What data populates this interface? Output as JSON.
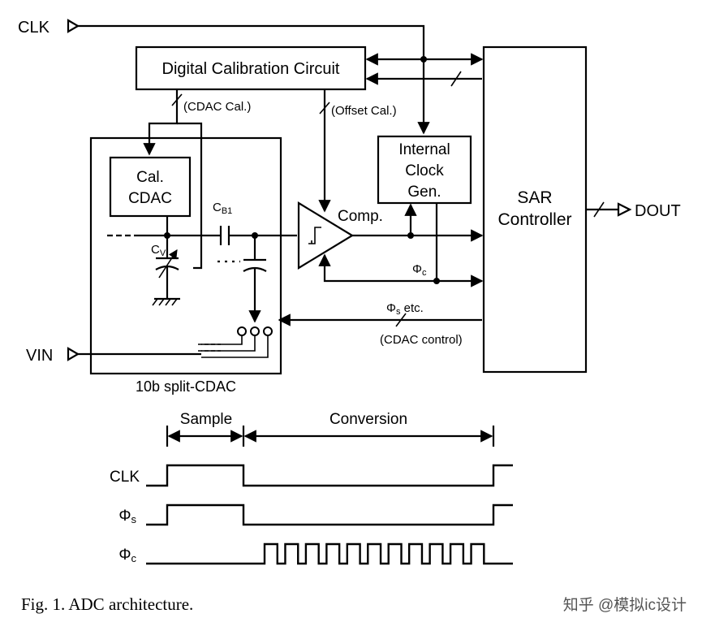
{
  "labels": {
    "clk_in": "CLK",
    "vin": "VIN",
    "dout": "DOUT",
    "dig_cal": "Digital Calibration Circuit",
    "cdac_cal": "(CDAC Cal.)",
    "offset_cal": "(Offset  Cal.)",
    "internal_clock_l1": "Internal",
    "internal_clock_l2": "Clock",
    "internal_clock_l3": "Gen.",
    "sar_l1": "SAR",
    "sar_l2": "Controller",
    "cal_cdac_l1": "Cal.",
    "cal_cdac_l2": "CDAC",
    "cv": "C",
    "cv_sub": "V",
    "cb1": "C",
    "cb1_sub": "B1",
    "comp": "Comp.",
    "phi_c": "Φ",
    "phi_c_sub": "c",
    "phi_s_etc": "Φ",
    "phi_s_etc_sub": "s",
    "phi_s_etc_tail": " etc.",
    "cdac_control": "(CDAC control)",
    "split_cdac": "10b split-CDAC"
  },
  "timing": {
    "sample": "Sample",
    "conversion": "Conversion",
    "clk": "CLK",
    "phi_s": "Φ",
    "phi_s_sub": "s",
    "phi_c": "Φ",
    "phi_c_sub": "c",
    "phi_c_pulses": 11
  },
  "caption": "Fig. 1.   ADC architecture.",
  "watermark": "知乎 @模拟ic设计"
}
